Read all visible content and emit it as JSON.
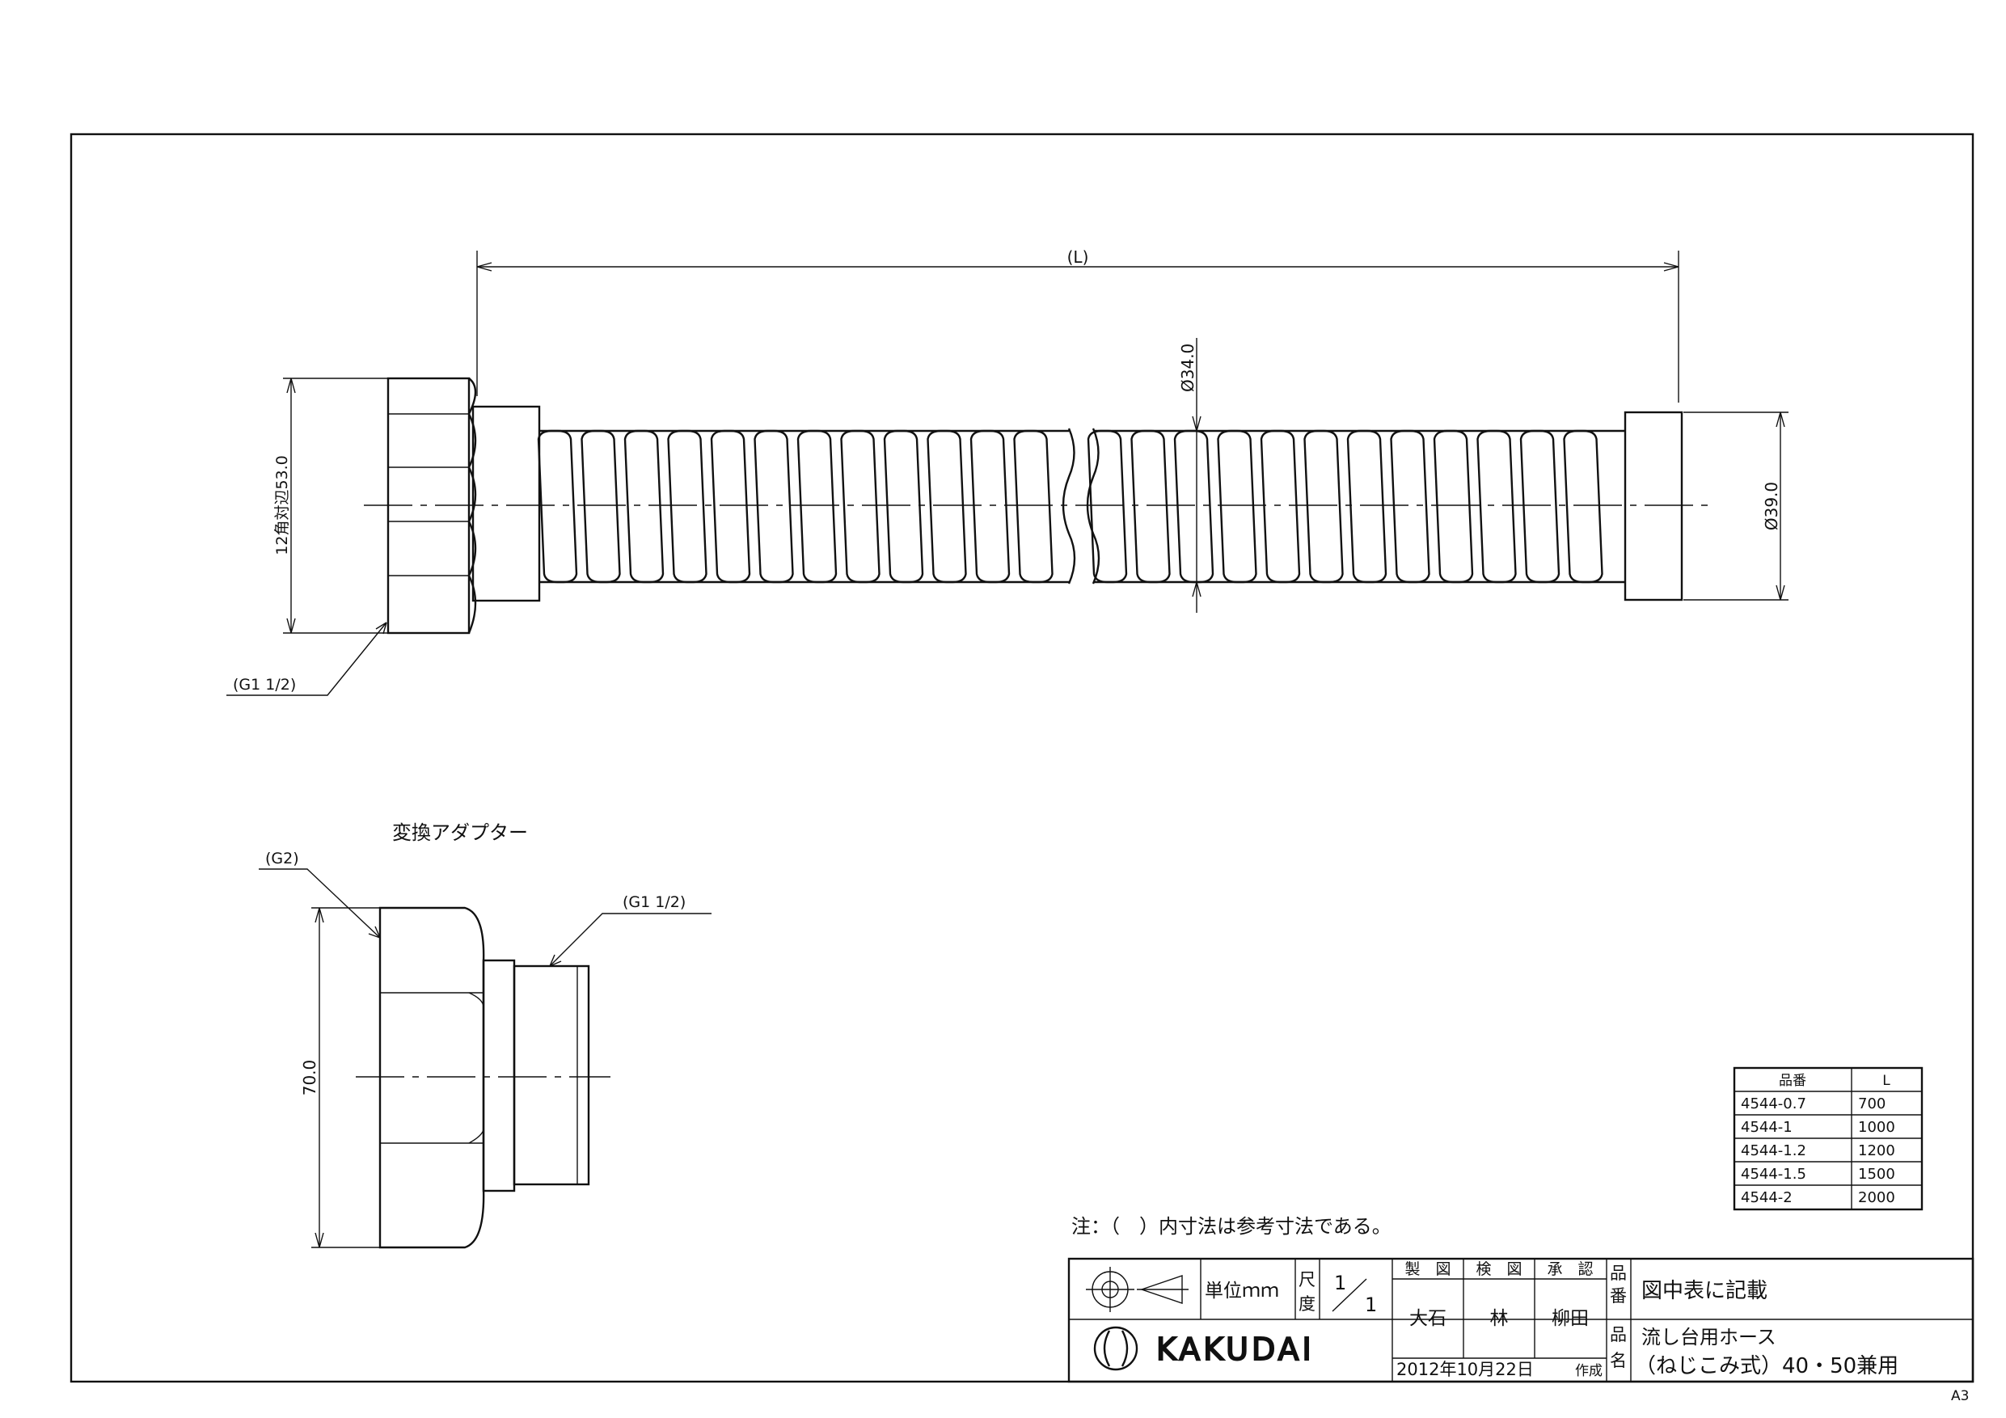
{
  "drawing": {
    "dim_length": "(L)",
    "dim_inner_dia": "Ø34.0",
    "dim_end_dia": "Ø39.0",
    "dim_nut": "12角対辺53.0",
    "thread_hose": "(G1 1/2)",
    "adapter_title": "変換アダプター",
    "adapter_thread_in": "(G2)",
    "adapter_thread_out": "(G1 1/2)",
    "adapter_height": "70.0",
    "note": "注：（　）内寸法は参考寸法である。"
  },
  "table": {
    "headers": [
      "品番",
      "L"
    ],
    "rows": [
      [
        "4544-0.7",
        "700"
      ],
      [
        "4544-1",
        "1000"
      ],
      [
        "4544-1.2",
        "1200"
      ],
      [
        "4544-1.5",
        "1500"
      ],
      [
        "4544-2",
        "2000"
      ]
    ]
  },
  "title_block": {
    "unit": "単位ｍｍ",
    "scale_label_1": "尺",
    "scale_label_2": "度",
    "scale_num": "1",
    "scale_den": "1",
    "col_drawn": "製　図",
    "col_checked": "検　図",
    "col_approved": "承　認",
    "drawn_by": "大石",
    "checked_by": "林",
    "approved_by": "柳田",
    "partno_label_1": "品",
    "partno_label_2": "番",
    "partno_value": "図中表に記載",
    "name_label_1": "品",
    "name_label_2": "名",
    "name_line1": "流し台用ホース",
    "name_line2": "（ねじこみ式）40・50兼用",
    "date": "2012年10月22日",
    "made": "作成",
    "brand": "KAKUDAI"
  },
  "sheet_size": "A3"
}
